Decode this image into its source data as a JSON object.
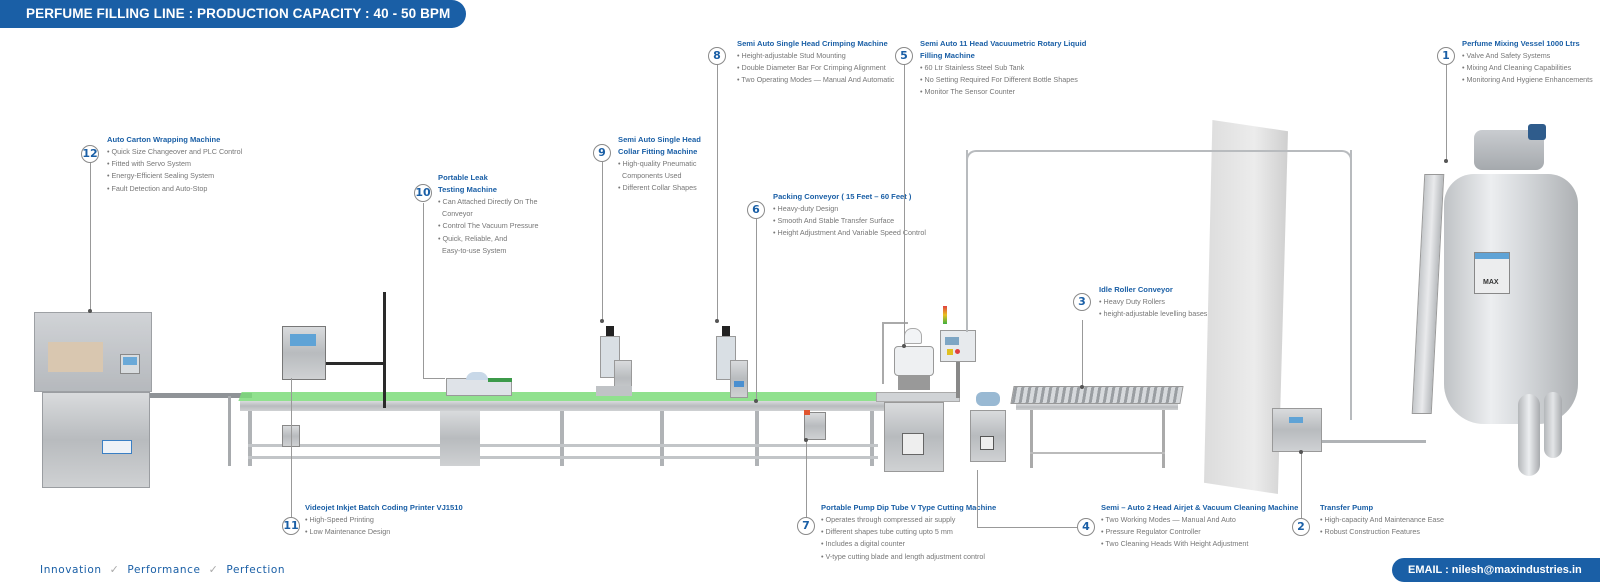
{
  "header": {
    "title": "PERFUME FILLING LINE : PRODUCTION CAPACITY : 40 - 50 BPM"
  },
  "footer": {
    "tagline": [
      "Innovation",
      "Performance",
      "Perfection"
    ],
    "email": "EMAIL : nilesh@maxindustries.in"
  },
  "brand": {
    "logo_text": "MAX",
    "accent_color": "#1a5fa6",
    "belt_color": "#7ddc7a"
  },
  "machines": [
    {
      "number": "1",
      "title": "Perfume Mixing Vessel 1000 Ltrs",
      "bullets": [
        "Valve And Safety Systems",
        "Mixing And Cleaning Capabilities",
        "Monitoring And Hygiene Enhancements"
      ]
    },
    {
      "number": "2",
      "title": "Transfer Pump",
      "bullets": [
        "High-capacity And Maintenance Ease",
        "Robust Construction Features"
      ]
    },
    {
      "number": "3",
      "title": "Idle Roller Conveyor",
      "bullets": [
        "Heavy Duty Rollers",
        "height-adjustable levelling bases"
      ]
    },
    {
      "number": "4",
      "title": "Semi – Auto 2 Head Airjet & Vacuum Cleaning Machine",
      "bullets": [
        "Two Working Modes — Manual And Auto",
        "Pressure Regulator Controller",
        "Two Cleaning Heads With Height Adjustment"
      ]
    },
    {
      "number": "5",
      "title": "Semi Auto 11 Head Vacuumetric Rotary Liquid",
      "title2": "Filling Machine",
      "bullets": [
        "60 Ltr Stainless Steel Sub Tank",
        "No Setting Required For Different Bottle Shapes",
        "Monitor The Sensor Counter"
      ]
    },
    {
      "number": "6",
      "title": "Packing Conveyor ( 15 Feet – 60 Feet )",
      "bullets": [
        "Heavy-duty Design",
        "Smooth And Stable Transfer Surface",
        "Height Adjustment And Variable Speed Control"
      ]
    },
    {
      "number": "7",
      "title": "Portable Pump Dip Tube V Type Cutting Machine",
      "bullets": [
        "Operates through compressed air supply",
        "Different shapes tube cutting upto 5 mm",
        "Includes a digital counter",
        "V-type cutting blade and length adjustment control"
      ]
    },
    {
      "number": "8",
      "title": "Semi Auto Single Head Crimping Machine",
      "bullets": [
        "Height-adjustable Stud Mounting",
        "Double Diameter Bar For Crimping Alignment",
        "Two Operating Modes — Manual And Automatic"
      ]
    },
    {
      "number": "9",
      "title": "Semi Auto Single Head",
      "title2": "Collar Fitting Machine",
      "bullets": [
        "High-quality Pneumatic",
        "Components Used",
        "Different Collar Shapes"
      ]
    },
    {
      "number": "10",
      "title": "Portable Leak",
      "title2": "Testing Machine",
      "bullets": [
        "Can Attached Directly On The",
        "Conveyor",
        "Control The Vacuum Pressure",
        "Quick, Reliable, And",
        "Easy-to-use System"
      ]
    },
    {
      "number": "11",
      "title": "Videojet Inkjet Batch Coding Printer VJ1510",
      "bullets": [
        "High-Speed Printing",
        "Low Maintenance Design"
      ]
    },
    {
      "number": "12",
      "title": "Auto Carton Wrapping Machine",
      "bullets": [
        "Quick Size Changeover and PLC Control",
        "Fitted with Servo System",
        "Energy-Efficient Sealing System",
        "Fault Detection and Auto-Stop"
      ]
    }
  ]
}
